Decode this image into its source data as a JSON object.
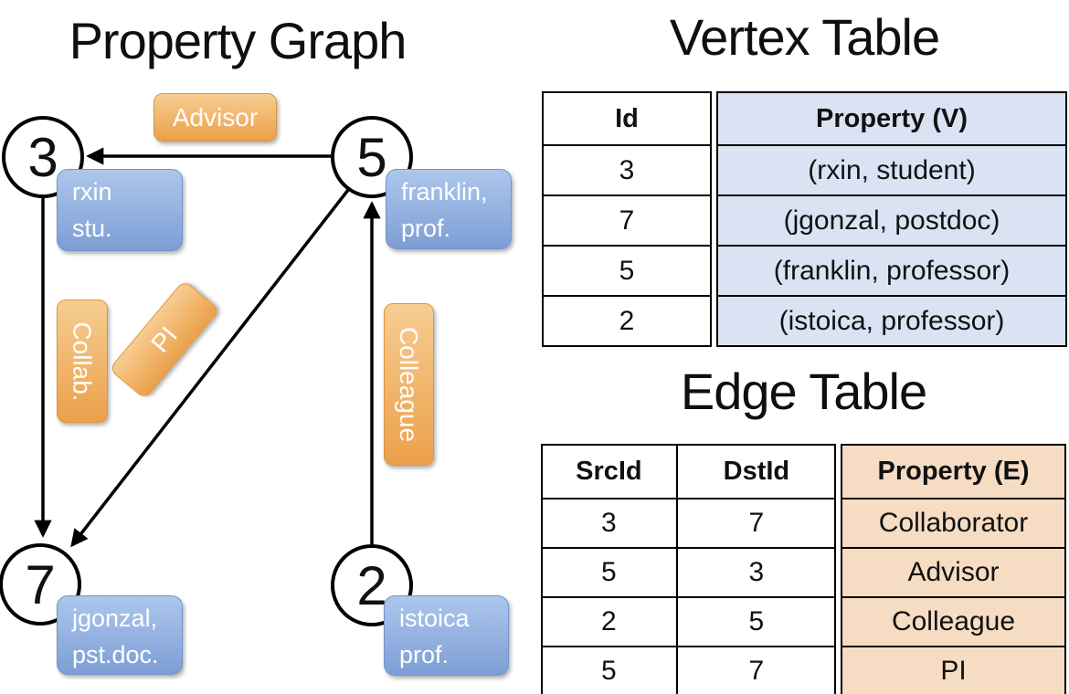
{
  "graph": {
    "title": "Property Graph",
    "nodes": [
      {
        "id": "3",
        "label1": "rxin",
        "label2": "stu."
      },
      {
        "id": "5",
        "label1": "franklin,",
        "label2": "prof."
      },
      {
        "id": "7",
        "label1": "jgonzal,",
        "label2": "pst.doc."
      },
      {
        "id": "2",
        "label1": "istoica",
        "label2": "prof."
      }
    ],
    "edges": [
      {
        "src": "5",
        "dst": "3",
        "label": "Advisor"
      },
      {
        "src": "3",
        "dst": "7",
        "label": "Collab."
      },
      {
        "src": "5",
        "dst": "7",
        "label": "PI"
      },
      {
        "src": "2",
        "dst": "5",
        "label": "Colleague"
      }
    ]
  },
  "vertex_table": {
    "title": "Vertex Table",
    "columns": {
      "id": "Id",
      "property": "Property (V)"
    },
    "rows": [
      {
        "id": "3",
        "property": "(rxin, student)"
      },
      {
        "id": "7",
        "property": "(jgonzal, postdoc)"
      },
      {
        "id": "5",
        "property": "(franklin, professor)"
      },
      {
        "id": "2",
        "property": "(istoica, professor)"
      }
    ]
  },
  "edge_table": {
    "title": "Edge Table",
    "columns": {
      "src": "SrcId",
      "dst": "DstId",
      "property": "Property (E)"
    },
    "rows": [
      {
        "src": "3",
        "dst": "7",
        "property": "Collaborator"
      },
      {
        "src": "5",
        "dst": "3",
        "property": "Advisor"
      },
      {
        "src": "2",
        "dst": "5",
        "property": "Colleague"
      },
      {
        "src": "5",
        "dst": "7",
        "property": "PI"
      }
    ]
  },
  "colors": {
    "edge_label_fill_top": "#f7cd92",
    "edge_label_fill_bottom": "#eba04a",
    "vertex_label_fill_top": "#adc7ec",
    "vertex_label_fill_bottom": "#7d9ed5",
    "vertex_table_fill": "#dae3f3",
    "edge_table_fill": "#f5dcc2",
    "line_color": "#000000"
  }
}
